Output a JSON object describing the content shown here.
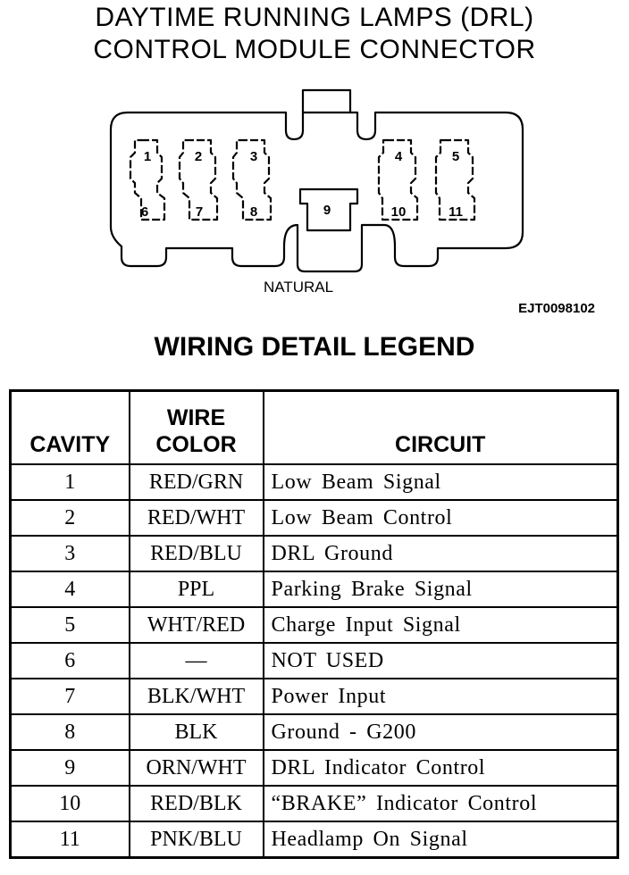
{
  "title": {
    "line1": "DAYTIME RUNNING LAMPS (DRL)",
    "line2": "CONTROL MODULE CONNECTOR"
  },
  "connector": {
    "pins": {
      "p1": "1",
      "p2": "2",
      "p3": "3",
      "p4": "4",
      "p5": "5",
      "p6": "6",
      "p7": "7",
      "p8": "8",
      "p9": "9",
      "p10": "10",
      "p11": "11"
    },
    "color_label": "NATURAL",
    "figure_code": "EJT0098102"
  },
  "legend": {
    "title": "WIRING DETAIL LEGEND",
    "headers": {
      "cavity": "CAVITY",
      "wire_color_1": "WIRE",
      "wire_color_2": "COLOR",
      "circuit": "CIRCUIT"
    },
    "rows": [
      {
        "cavity": "1",
        "wire": "RED/GRN",
        "circuit": "Low Beam Signal"
      },
      {
        "cavity": "2",
        "wire": "RED/WHT",
        "circuit": "Low Beam Control"
      },
      {
        "cavity": "3",
        "wire": "RED/BLU",
        "circuit": "DRL Ground"
      },
      {
        "cavity": "4",
        "wire": "PPL",
        "circuit": "Parking Brake Signal"
      },
      {
        "cavity": "5",
        "wire": "WHT/RED",
        "circuit": "Charge Input Signal"
      },
      {
        "cavity": "6",
        "wire": "—",
        "circuit": "NOT USED"
      },
      {
        "cavity": "7",
        "wire": "BLK/WHT",
        "circuit": "Power Input"
      },
      {
        "cavity": "8",
        "wire": "BLK",
        "circuit": "Ground - G200"
      },
      {
        "cavity": "9",
        "wire": "ORN/WHT",
        "circuit": "DRL Indicator Control"
      },
      {
        "cavity": "10",
        "wire": "RED/BLK",
        "circuit": "“BRAKE” Indicator Control"
      },
      {
        "cavity": "11",
        "wire": "PNK/BLU",
        "circuit": "Headlamp On Signal"
      }
    ]
  }
}
